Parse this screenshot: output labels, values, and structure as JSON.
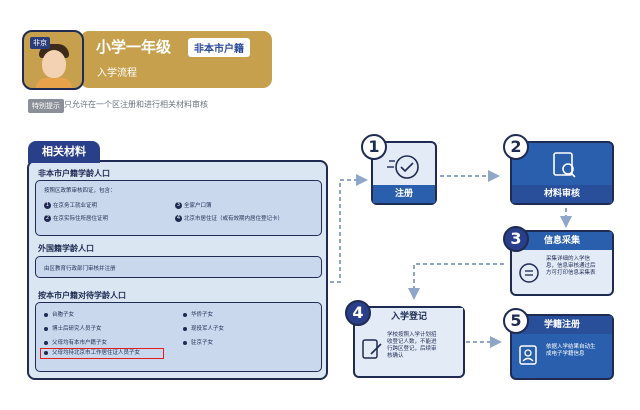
{
  "header": {
    "avatar_tag": "非京",
    "title": "小学一年级",
    "badge": "非本市户籍",
    "subtitle": "入学流程"
  },
  "tip": {
    "badge": "特别提示",
    "text": "只允许在一个区注册和进行相关材料审核"
  },
  "materials": {
    "tab": "相关材料",
    "sec1": {
      "title": "非本市户籍学龄人口",
      "intro": "按照区政策审核四证，包含：",
      "items": [
        "在京务工就业证明",
        "在京实际住所居住证明",
        "全家户口簿",
        "北京市居住证（或有效期内居住登记卡）"
      ],
      "nums": [
        "1",
        "2",
        "3",
        "4"
      ]
    },
    "sec2": {
      "title": "外国籍学龄人口",
      "item": "由区教育行政部门审核并注册"
    },
    "sec3": {
      "title": "按本市户籍对待学龄人口",
      "left": [
        "台胞子女",
        "博士后研究人员子女",
        "父母均有本市户籍子女",
        "父母均持北京市工作居住证人员子女"
      ],
      "right": [
        "华侨子女",
        "现役军人子女",
        "驻京子女"
      ]
    }
  },
  "steps": [
    {
      "num": "1",
      "label": "注册"
    },
    {
      "num": "2",
      "label": "材料审核"
    },
    {
      "num": "3",
      "label": "信息采集",
      "desc": [
        "采集详细的入学信",
        "息，信息审核通过后",
        "方可打印信息采集表"
      ]
    },
    {
      "num": "4",
      "label": "入学登记",
      "desc": [
        "学校按照入学计划招",
        "收登记人数，不能进",
        "行跨区登记，后续审",
        "核确认"
      ]
    },
    {
      "num": "5",
      "label": "学籍注册",
      "desc": [
        "依据入学结果自动生",
        "成电子学籍信息"
      ]
    }
  ],
  "colors": {
    "gold": "#c6a04d",
    "navy": "#1f2b52",
    "blue": "#2a5fae",
    "highlight": "#e02020"
  }
}
